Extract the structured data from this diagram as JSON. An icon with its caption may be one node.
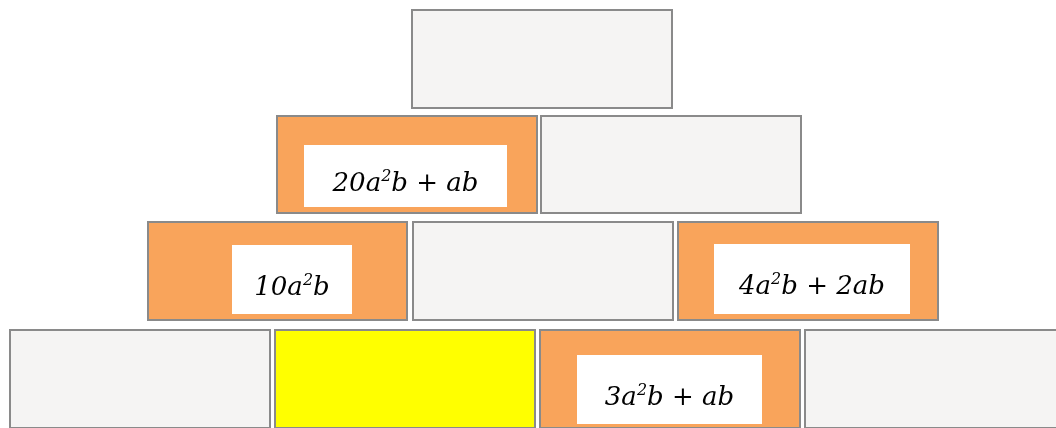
{
  "diagram": {
    "nodes": [
      {
        "text": [],
        "shape": "box"
      },
      {
        "text": [
          "20a$^{2}$b + ab"
        ]
      },
      {
        "text": [],
        "shape": "box"
      },
      {
        "text": [
          "10a$^{2}$b"
        ]
      },
      {
        "text": [],
        "shape": "box"
      },
      {
        "text": [
          "4a$^{2}$b + 2ab"
        ]
      },
      {
        "text": [],
        "shape": "box"
      },
      {
        "text": [],
        "shape": "box"
      },
      {
        "text": [
          "3a$^{2}$b + ab"
        ]
      },
      {
        "text": [],
        "shape": "box"
      }
    ]
  }
}
